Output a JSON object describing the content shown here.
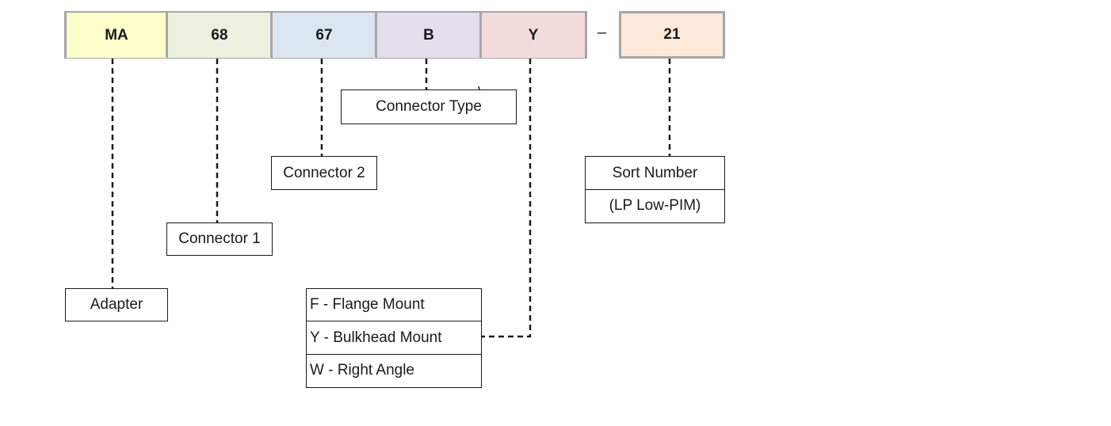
{
  "part_number": {
    "segments": [
      {
        "code": "MA",
        "color": "#ffffcc"
      },
      {
        "code": "68",
        "color": "#ebf1de"
      },
      {
        "code": "67",
        "color": "#dce6f1"
      },
      {
        "code": "B",
        "color": "#e4dfec"
      },
      {
        "code": "Y",
        "color": "#f2dcdb"
      }
    ],
    "dash": "–",
    "suffix": {
      "code": "21",
      "color": "#fde9d9"
    }
  },
  "labels": {
    "adapter": "Adapter",
    "connector1": "Connector 1",
    "connector2": "Connector 2",
    "connector_type": "Connector Type",
    "mount_options": [
      "F -  Flange Mount",
      "Y -  Bulkhead Mount",
      "W - Right Angle"
    ],
    "sort_number": "Sort Number",
    "sort_note": "(LP  Low-PIM)"
  },
  "colors": {
    "segment_border": "#a6a6a6",
    "line": "#1a1a1a"
  }
}
